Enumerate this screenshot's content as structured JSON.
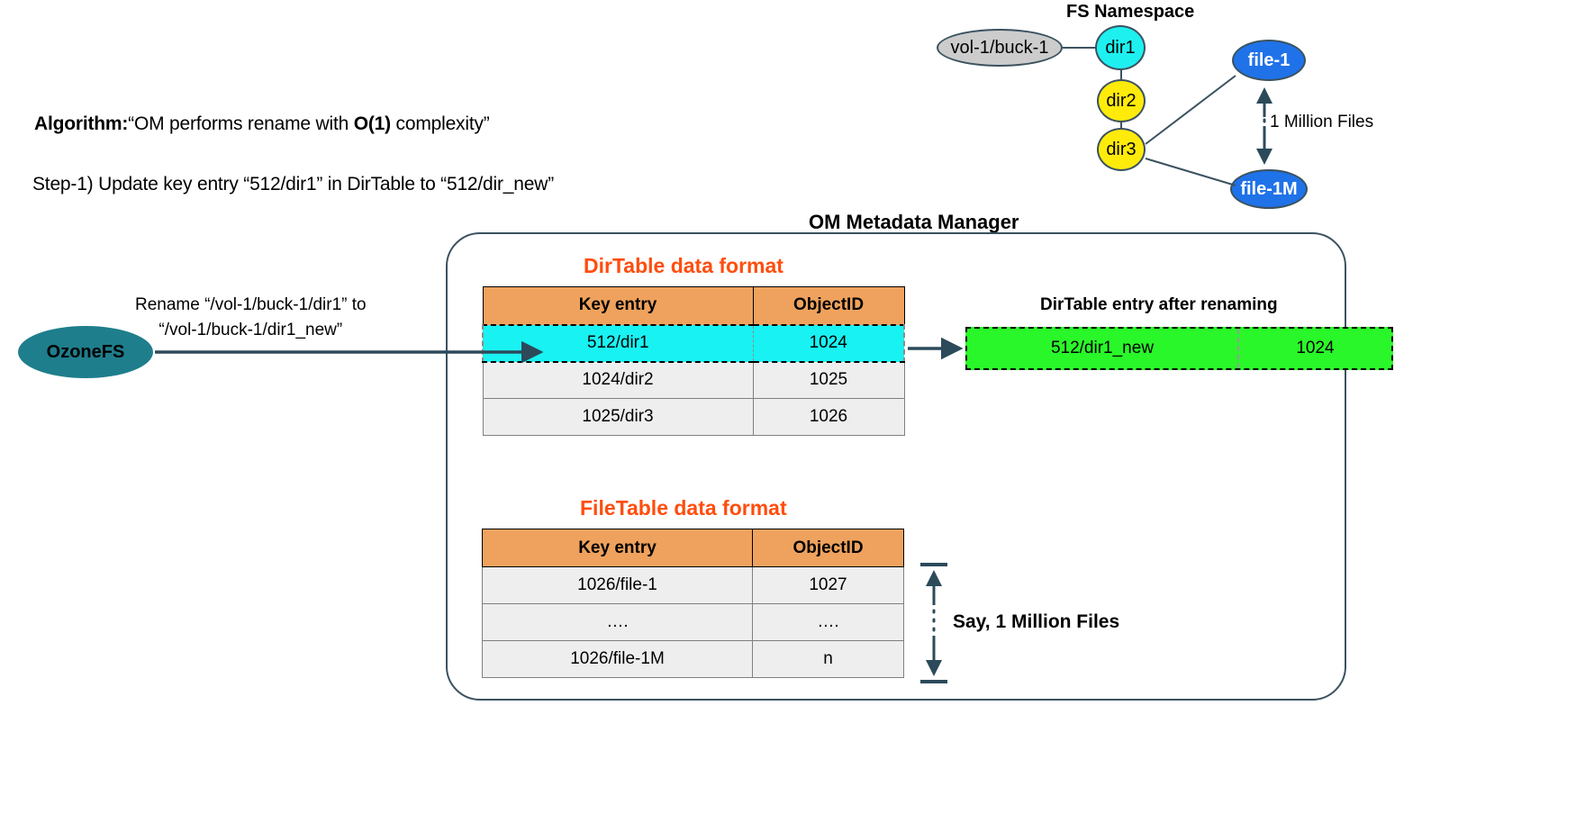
{
  "algorithm": {
    "label": "Algorithm:",
    "quote_open": "“OM performs rename with ",
    "complexity": "O(1)",
    "quote_close": " complexity”",
    "step": "Step-1) Update key entry “512/dir1” in DirTable to “512/dir_new”"
  },
  "fs_namespace": {
    "title": "FS Namespace",
    "bucket": "vol-1/buck-1",
    "dir1": "dir1",
    "dir2": "dir2",
    "dir3": "dir3",
    "file_first": "file-1",
    "file_last": "file-1M",
    "million_label": "1 Million Files"
  },
  "om": {
    "title": "OM Metadata Manager"
  },
  "dirtable": {
    "title": "DirTable data format",
    "headers": [
      "Key entry",
      "ObjectID"
    ],
    "rows": [
      {
        "key": "512/dir1",
        "oid": "1024",
        "highlight": true
      },
      {
        "key": "1024/dir2",
        "oid": "1025",
        "highlight": false
      },
      {
        "key": "1025/dir3",
        "oid": "1026",
        "highlight": false
      }
    ]
  },
  "filetable": {
    "title": "FileTable data format",
    "headers": [
      "Key entry",
      "ObjectID"
    ],
    "rows": [
      {
        "key": "1026/file-1",
        "oid": "1027"
      },
      {
        "key": "….",
        "oid": "…."
      },
      {
        "key": "1026/file-1M",
        "oid": "n"
      }
    ],
    "side_label": "Say, 1 Million Files"
  },
  "renamed": {
    "title": "DirTable entry after renaming",
    "key": "512/dir1_new",
    "oid": "1024"
  },
  "client": {
    "name": "OzoneFS",
    "rename_line1": "Rename “/vol-1/buck-1/dir1” to",
    "rename_line2": "“/vol-1/buck-1/dir1_new”"
  },
  "colors": {
    "accent_orange": "#ff4d0d",
    "header_orange": "#efa25d",
    "highlight_cyan": "#19f2f2",
    "renamed_green": "#2af729",
    "node_blue": "#1f72e8",
    "node_yellow": "#ffeb0a",
    "node_cyan": "#1ef0f0",
    "node_grey": "#cccccc",
    "stroke": "#3b5260",
    "ozonefs_teal": "#1f7e8c"
  }
}
